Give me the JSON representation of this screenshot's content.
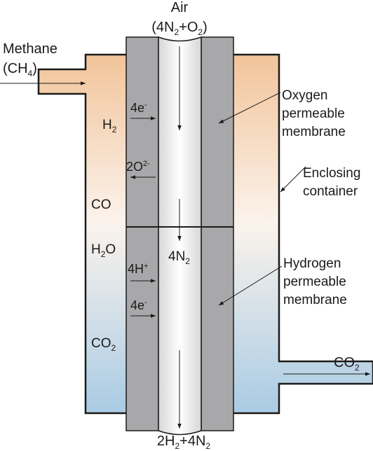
{
  "top": {
    "air_label": "Air",
    "air_formula": {
      "open": "(4N",
      "sub1": "2",
      "mid": "+O",
      "sub2": "2",
      "close": ")"
    }
  },
  "inlet": {
    "label": "Methane",
    "formula": {
      "open": "(CH",
      "sub": "4",
      "close": ")"
    }
  },
  "outlet": {
    "formula": {
      "base": "CO",
      "sub": "2"
    }
  },
  "bottom": {
    "formula": {
      "a": "2H",
      "sub1": "2",
      "b": "+4N",
      "sub2": "2"
    }
  },
  "species_left": {
    "h2": {
      "base": "H",
      "sub": "2"
    },
    "co": "CO",
    "h2o": {
      "a": "H",
      "sub": "2",
      "b": "O"
    },
    "co2": {
      "base": "CO",
      "sub": "2"
    }
  },
  "flux": {
    "e_upper": {
      "base": "4e",
      "sup": "-"
    },
    "o2": {
      "base": "2O",
      "sup": "2-"
    },
    "h": {
      "base": "4H",
      "sup": "+"
    },
    "e_lower": {
      "base": "4e",
      "sup": "-"
    }
  },
  "center": {
    "base": "4N",
    "sub": "2"
  },
  "callouts": {
    "oxygen_membrane": [
      "Oxygen",
      "permeable",
      "membrane"
    ],
    "container": [
      "Enclosing",
      "container"
    ],
    "hydrogen_membrane": [
      "Hydrogen",
      "permeable",
      "membrane"
    ]
  },
  "colors": {
    "gas_top": "#f2c49a",
    "gas_mid": "#fbf3ec",
    "gas_bottom": "#a9cbe4",
    "membrane": "#a8a8aa",
    "tube_edge": "#d6d6d8",
    "tube_center": "#ffffff",
    "outline": "#1a1a1a"
  }
}
